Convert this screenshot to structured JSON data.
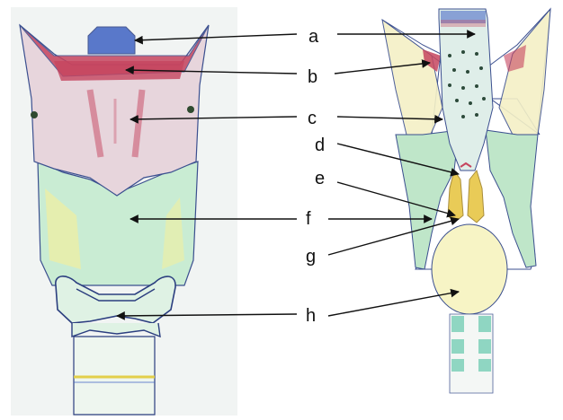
{
  "labels": {
    "a": "a",
    "b": "b",
    "c": "c",
    "d": "d",
    "e": "e",
    "f": "f",
    "g": "g",
    "h": "h"
  },
  "colors": {
    "paper_left": "#f1f4f3",
    "outline": "#3b4f8f",
    "red": "#c6455f",
    "blue": "#3f63c4",
    "green": "#bfe6c9",
    "yellow": "#f1f0a0",
    "teal": "#8fd6c2",
    "arrow": "#111111"
  }
}
